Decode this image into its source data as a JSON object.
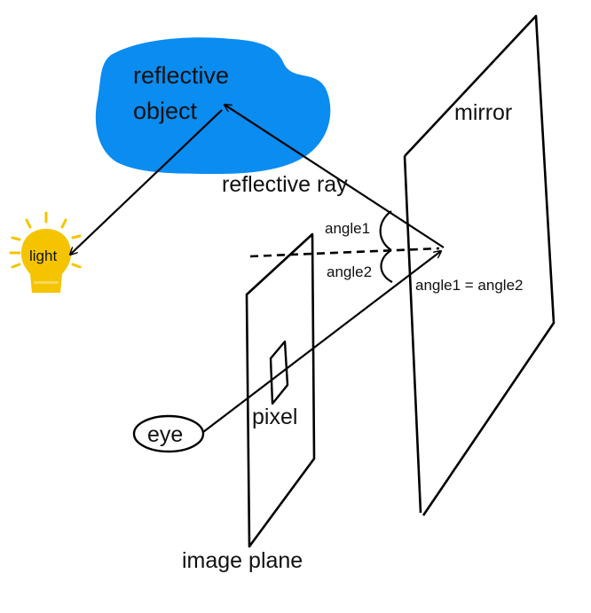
{
  "colors": {
    "object_fill": "#0a8cf0",
    "bulb_fill": "#f5c400",
    "ray_color": "#000000"
  },
  "labels": {
    "object_line1": "reflective",
    "object_line2": "object",
    "mirror": "mirror",
    "reflective_ray": "reflective ray",
    "angle1": "angle1",
    "angle2": "angle2",
    "equality": "angle1 = angle2",
    "light": "light",
    "eye": "eye",
    "pixel": "pixel",
    "image_plane": "image plane"
  }
}
